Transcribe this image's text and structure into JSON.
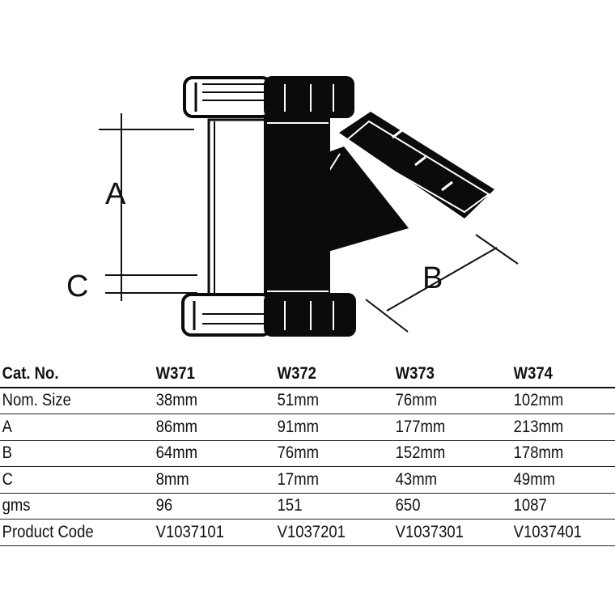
{
  "diagram": {
    "labels": {
      "a": "A",
      "b": "B",
      "c": "C"
    }
  },
  "table": {
    "headers": [
      "Cat. No.",
      "W371",
      "W372",
      "W373",
      "W374"
    ],
    "rows": [
      [
        "Nom. Size",
        "38mm",
        "51mm",
        "76mm",
        "102mm"
      ],
      [
        "A",
        "86mm",
        "91mm",
        "177mm",
        "213mm"
      ],
      [
        "B",
        "64mm",
        "76mm",
        "152mm",
        "178mm"
      ],
      [
        "C",
        "8mm",
        "17mm",
        "43mm",
        "49mm"
      ],
      [
        "gms",
        "96",
        "151",
        "650",
        "1087"
      ],
      [
        "Product Code",
        "V1037101",
        "V1037201",
        "V1037301",
        "V1037401"
      ]
    ]
  }
}
